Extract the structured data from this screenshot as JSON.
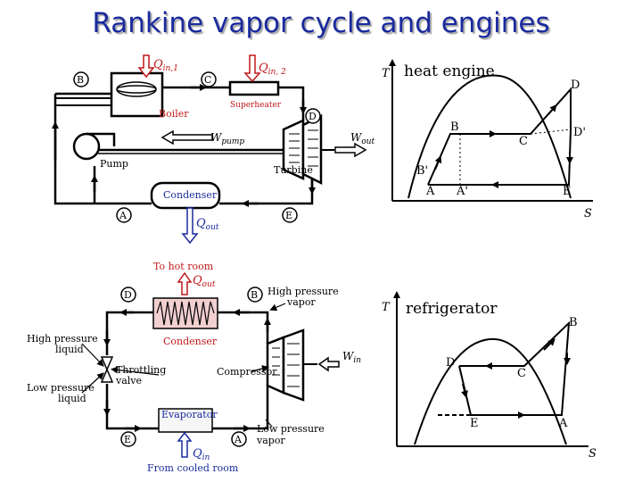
{
  "title": "Rankine vapor cycle and engines",
  "heat_engine": {
    "caption": "heat engine",
    "labels": {
      "B": "B",
      "C": "C",
      "D": "D",
      "A": "A",
      "E": "E",
      "q_in1_sym": "Q",
      "q_in1_sub": "in,1",
      "q_in2_sym": "Q",
      "q_in2_sub": "in, 2",
      "boiler": "Boiler",
      "superheater": "Superheater",
      "w_pump_sym": "W",
      "w_pump_sub": "pump",
      "w_out_sym": "W",
      "w_out_sub": "out",
      "pump": "Pump",
      "turbine": "Turbine",
      "condenser": "Condenser",
      "q_out_sym": "Q",
      "q_out_sub": "out"
    },
    "ts": {
      "T": "T",
      "S": "S",
      "A": "A",
      "A_prime": "A'",
      "B": "B",
      "B_prime": "B'",
      "C": "C",
      "D": "D",
      "D_prime": "D'",
      "E": "E"
    }
  },
  "refrigerator": {
    "caption": "refrigerator",
    "labels": {
      "to_hot_room": "To hot room",
      "q_out_sym": "Q",
      "q_out_sub": "out",
      "D": "D",
      "B": "B",
      "E": "E",
      "A": "A",
      "high_pressure_vapor_1": "High pressure",
      "high_pressure_vapor_2": "vapor",
      "condenser": "Condenser",
      "high_pressure_liquid_1": "High pressure",
      "high_pressure_liquid_2": "liquid",
      "throttling_1": "Throttling",
      "throttling_2": "valve",
      "compressor": "Compressor",
      "w_in_sym": "W",
      "w_in_sub": "in",
      "low_pressure_liquid_1": "Low pressure",
      "low_pressure_liquid_2": "liquid",
      "evaporator": "Evaporator",
      "low_pressure_vapor_1": "Low pressure",
      "low_pressure_vapor_2": "vapor",
      "q_in_sym": "Q",
      "q_in_sub": "in",
      "from_cooled_room": "From cooled room"
    },
    "ts": {
      "T": "T",
      "S": "S",
      "A": "A",
      "B": "B",
      "C": "C",
      "D": "D",
      "E": "E"
    }
  },
  "colors": {
    "title": "#1a2a9e",
    "heat_label": "#c01818",
    "cold_label": "#1a2a9e",
    "arrow_fill": "#ffffff"
  }
}
